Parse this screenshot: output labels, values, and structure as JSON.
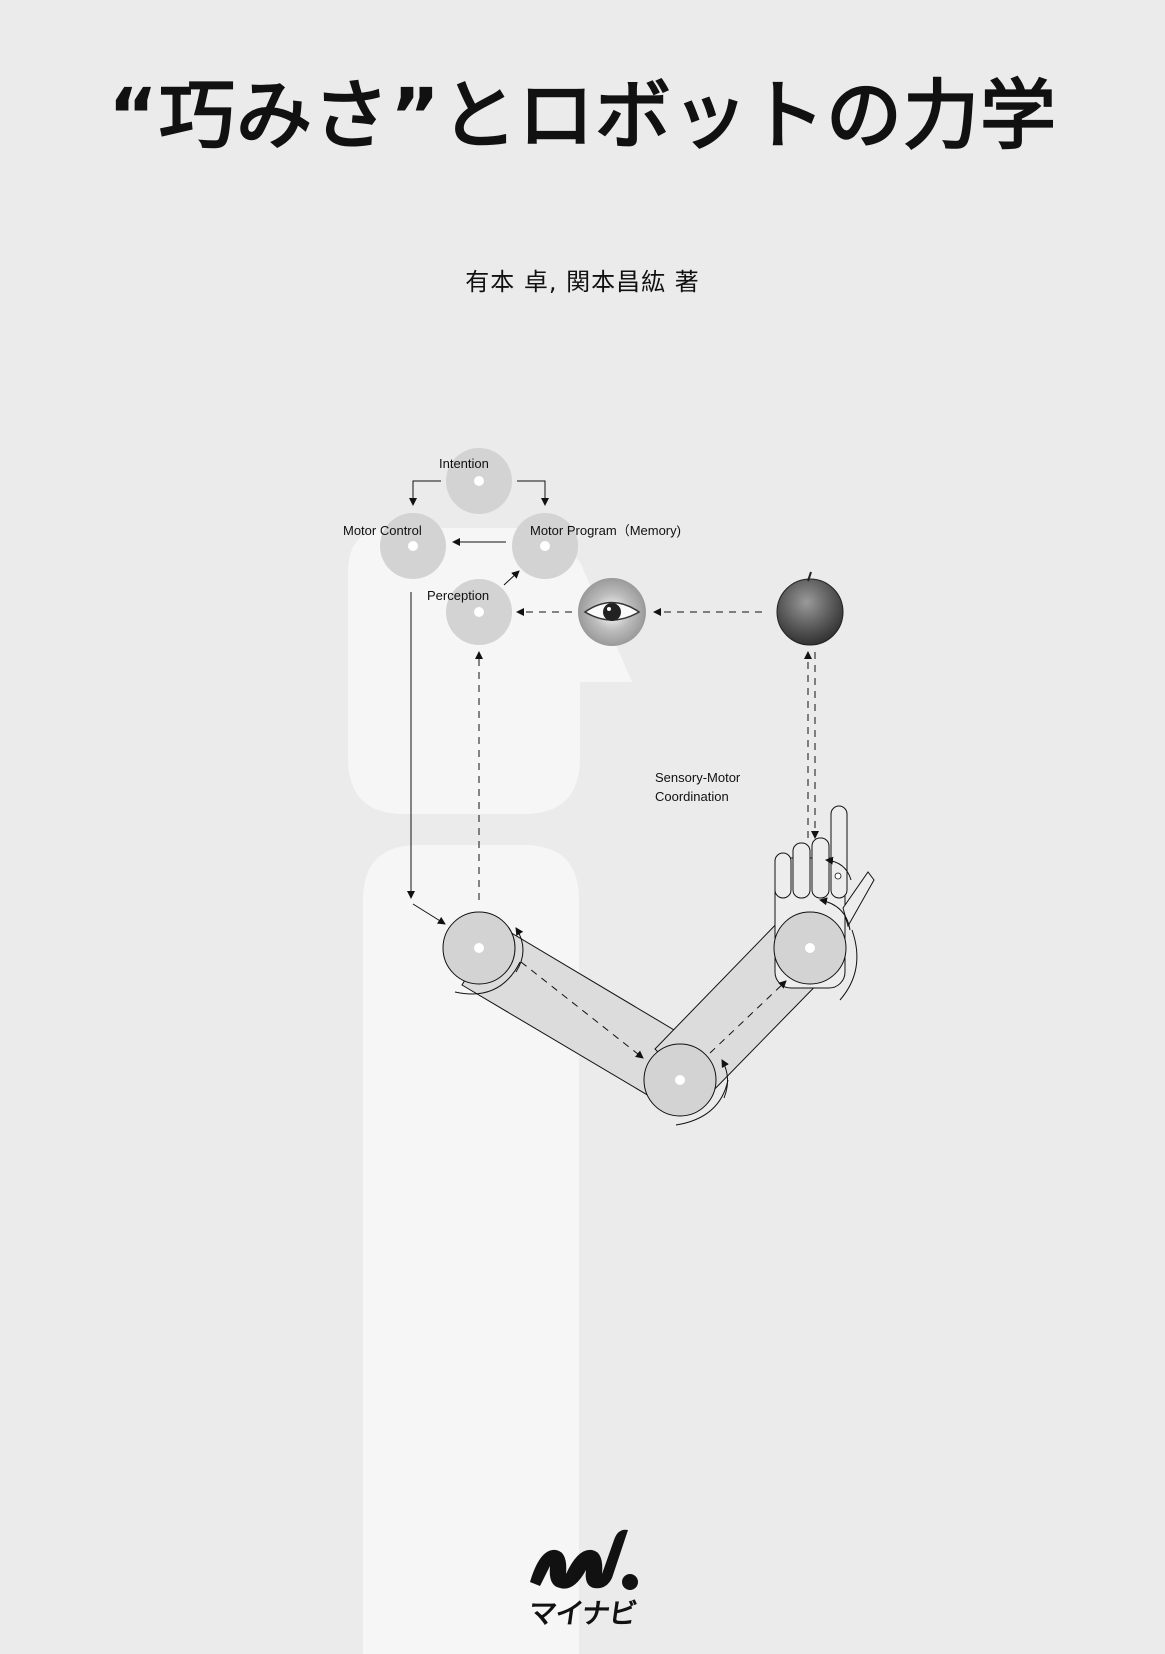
{
  "cover": {
    "title": "“巧みさ”とロボットの力学",
    "author": "有本 卓, 関本昌紘 著",
    "publisher": "マイナビ"
  },
  "diagram": {
    "intention": "Intention",
    "motor_control": "Motor Control",
    "motor_program": "Motor Program（Memory)",
    "perception": "Perception",
    "sensory_motor_line1": "Sensory-Motor",
    "sensory_motor_line2": "Coordination"
  },
  "colors": {
    "background": "#ebebeb",
    "silhouette": "#f5f5f5",
    "joint": "#d3d3d3",
    "text": "#111111"
  }
}
